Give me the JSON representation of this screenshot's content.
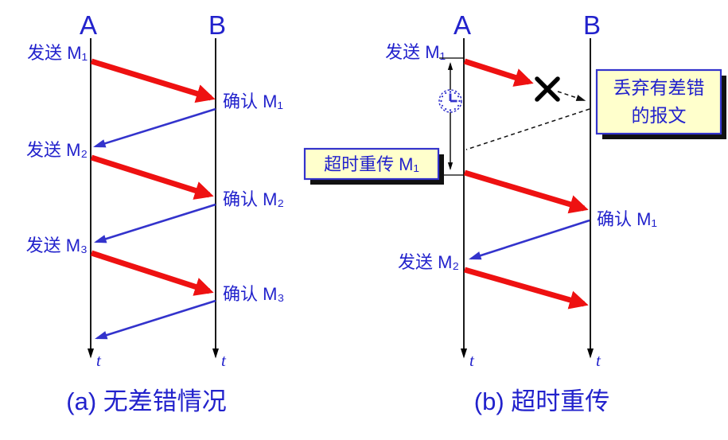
{
  "colors": {
    "label_blue": "#2222CC",
    "arrow_blue": "#3333CC",
    "arrow_red": "#EE1111",
    "line_black": "#000000",
    "note_background": "#FFFFCC",
    "note_border": "#3333CC",
    "note_shadow": "#111111"
  },
  "left": {
    "host_a": "A",
    "host_b": "B",
    "sends": [
      "发送 M₁",
      "发送 M₂",
      "发送 M₃"
    ],
    "acks": [
      "确认 M₁",
      "确认 M₂",
      "确认 M₃"
    ],
    "time_label": "t",
    "caption": "(a) 无差错情况"
  },
  "right": {
    "host_a": "A",
    "host_b": "B",
    "send_m1": "发送 M₁",
    "timeout_note": "超时重传 M₁",
    "discard_note_line1": "丢弃有差错",
    "discard_note_line2": "的报文",
    "ack_m1": "确认 M₁",
    "send_m2": "发送 M₂",
    "time_label": "t",
    "caption": "(b) 超时重传"
  }
}
